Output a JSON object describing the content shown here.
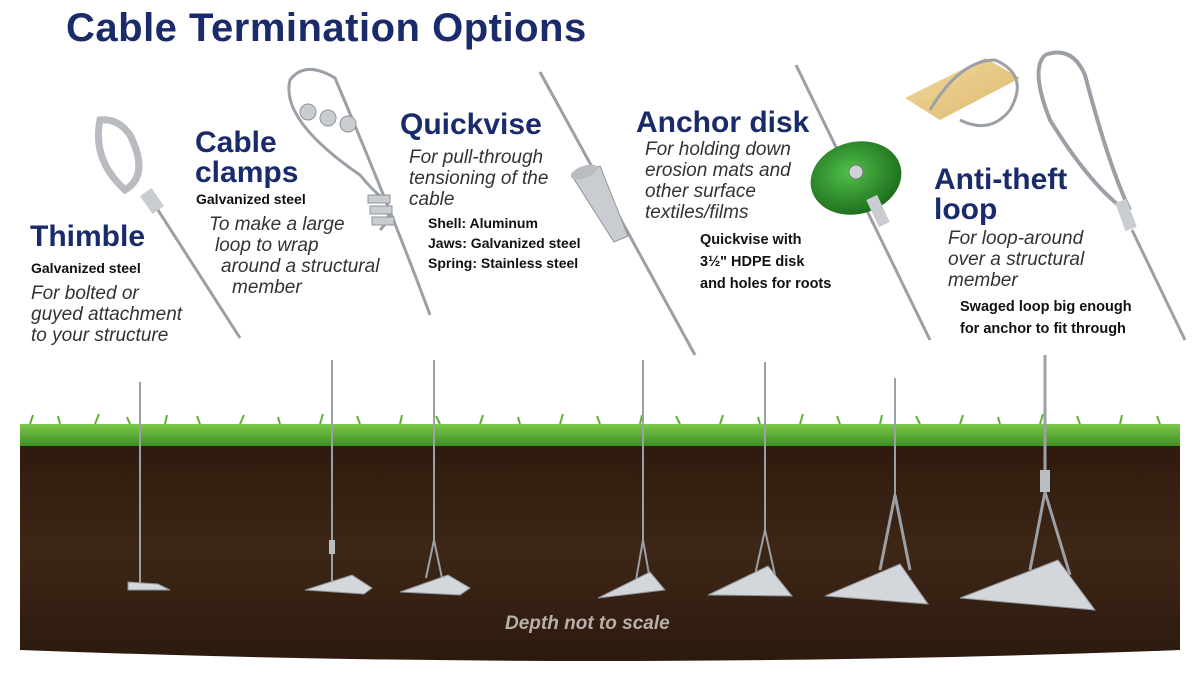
{
  "title": "Cable Termination Options",
  "options": [
    {
      "heading_lines": [
        "Thimble"
      ],
      "material": "Galvanized steel",
      "description_lines": [
        "For bolted or",
        "guyed attachment",
        "to your structure"
      ]
    },
    {
      "heading_lines": [
        "Cable",
        "clamps"
      ],
      "material": "Galvanized steel",
      "description_lines": [
        "To make a large",
        "loop to wrap",
        "around a structural",
        "member"
      ]
    },
    {
      "heading_lines": [
        "Quickvise"
      ],
      "description_lines": [
        "For pull-through",
        "tensioning of the",
        "cable"
      ],
      "material_lines": [
        "Shell: Aluminum",
        "Jaws: Galvanized steel",
        "Spring: Stainless steel"
      ]
    },
    {
      "heading_lines": [
        "Anchor disk"
      ],
      "description_lines": [
        "For holding down",
        "erosion mats and",
        "other surface",
        "textiles/films"
      ],
      "note_lines": [
        "Quickvise with",
        "3½\" HDPE disk",
        "and holes for roots"
      ]
    },
    {
      "heading_lines": [
        "Anti-theft",
        "loop"
      ],
      "description_lines": [
        "For loop-around",
        "over a structural",
        "member"
      ],
      "note_lines": [
        "Swaged loop big enough",
        "for anchor to fit through"
      ]
    }
  ],
  "footer_note": "Depth not to scale",
  "colors": {
    "heading": "#1a2b6b",
    "grass": "#4fa82a",
    "soil": "#3b2414",
    "disk": "#2e8b2a",
    "metal": "#c9ccd1"
  }
}
